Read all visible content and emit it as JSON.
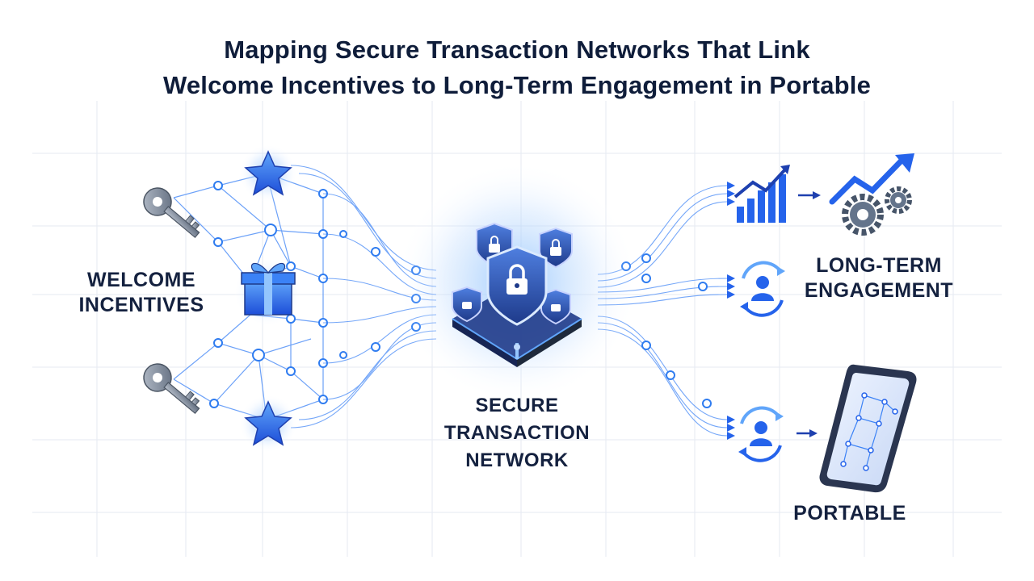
{
  "title": {
    "line1": "Mapping Secure Transaction Networks That Link",
    "line2": "Welcome Incentives to Long-Term Engagement in Portable"
  },
  "labels": {
    "welcome_line1": "WELCOME",
    "welcome_line2": "INCENTIVES",
    "secure_line1": "SECURE",
    "secure_line2": "TRANSACTION",
    "secure_line3": "NETWORK",
    "longterm_line1": "LONG-TERM",
    "longterm_line2": "ENGAGEMENT",
    "portable": "PORTABLE"
  },
  "icons": [
    "key-icon",
    "star-icon",
    "gift-icon",
    "shield-lock-icon",
    "bar-chart-growth-icon",
    "gears-growth-icon",
    "user-cycle-icon",
    "smartphone-network-icon"
  ],
  "colors": {
    "title": "#0f1d3a",
    "label": "#14213f",
    "accent": "#2563eb",
    "accent_light": "#60a5fa",
    "line": "#3b82f6",
    "grid": "#e6eaf2",
    "key": "#8a94a6"
  }
}
